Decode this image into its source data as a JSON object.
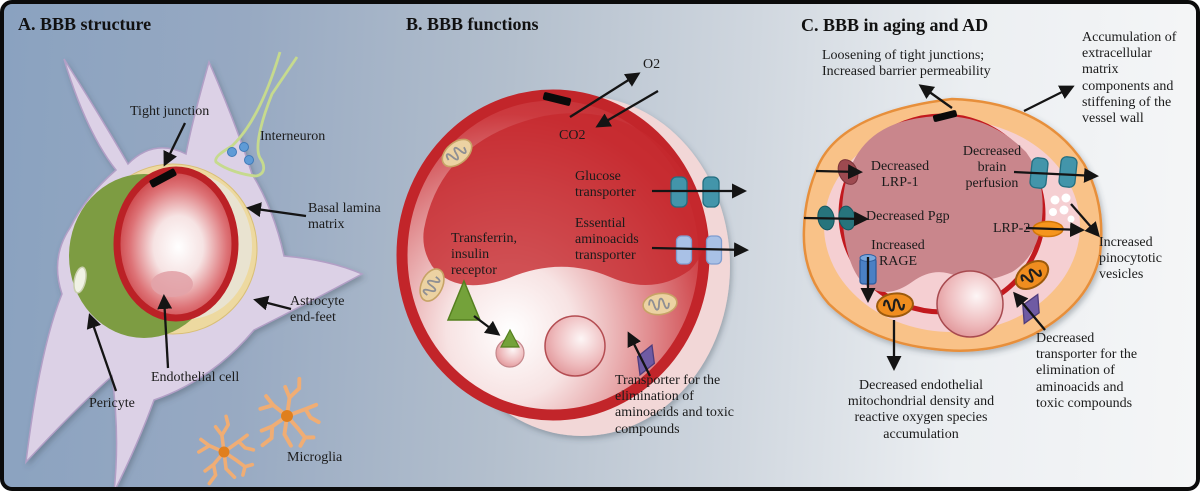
{
  "panelA": {
    "title": "A. BBB structure",
    "labels": {
      "tight_junction": "Tight junction",
      "interneuron": "Interneuron",
      "basal_lamina": "Basal lamina matrix",
      "astrocyte": "Astrocyte end-feet",
      "endothelial": "Endothelial cell",
      "pericyte": "Pericyte",
      "microglia": "Microglia"
    }
  },
  "panelB": {
    "title": "B. BBB functions",
    "labels": {
      "o2": "O2",
      "co2": "CO2",
      "glucose": "Glucose transporter",
      "essential_aa": "Essential aminoacids transporter",
      "transferrin": "Transferrin, insulin receptor",
      "elimination": "Transporter for the elimination of aminoacids and toxic compounds"
    }
  },
  "panelC": {
    "title": "C. BBB in aging and AD",
    "labels": {
      "loosening": "Loosening of tight junctions; Increased barrier permeability",
      "ecm": "Accumulation of extracellular matrix components and stiffening of the vessel wall",
      "lrp1": "Decreased LRP-1",
      "perfusion": "Decreased brain perfusion",
      "pgp": "Decreased Pgp",
      "lrp2": "LRP-2",
      "rage": "Increased RAGE",
      "pinocytotic": "Increased pinocytotic vesicles",
      "mitochondrial": "Decreased endothelial mitochondrial density and reactive oxygen species accumulation",
      "transporter_elimination": "Decreased transporter for the elimination of aminoacids and toxic compounds"
    }
  },
  "palette": {
    "background_left": "#8aa2c0",
    "background_right": "#f5f6f7",
    "astrocyte": "#dcd1e6",
    "basal_lamina": "#edd9a0",
    "pericyte_green": "#7d9c42",
    "vessel_red": "#c2252a",
    "pale_endothelium": "#f2d7d7",
    "aged_wall_orange": "#f9c288",
    "aged_lumen_mauve": "#c9868c",
    "teal_transporter": "#4395aa",
    "blue_transporter": "#a9c1e6",
    "receptor_green": "#74a23a",
    "transporter_purple": "#6f5ba3",
    "rage_blue": "#4a80c4",
    "lrp2_orange": "#f5951d",
    "microglia_orange": "#f0ad74",
    "arrow_black": "#141414"
  }
}
